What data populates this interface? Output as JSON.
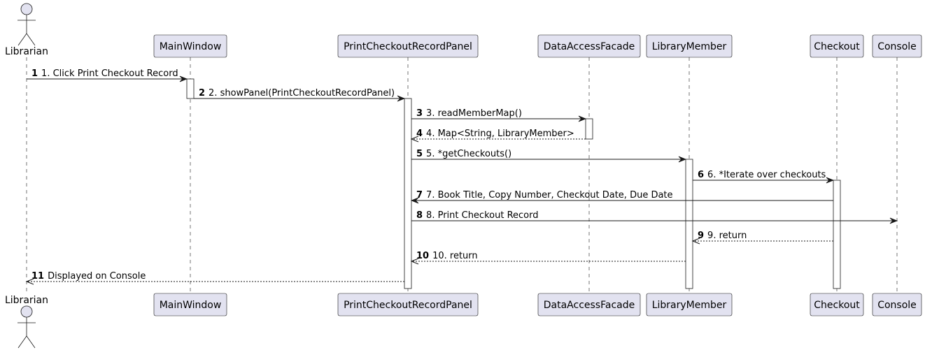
{
  "participants": [
    {
      "id": "librarian",
      "name": "Librarian",
      "kind": "actor"
    },
    {
      "id": "mainwindow",
      "name": "MainWindow",
      "kind": "box"
    },
    {
      "id": "panel",
      "name": "PrintCheckoutRecordPanel",
      "kind": "box"
    },
    {
      "id": "facade",
      "name": "DataAccessFacade",
      "kind": "box"
    },
    {
      "id": "member",
      "name": "LibraryMember",
      "kind": "box"
    },
    {
      "id": "checkout",
      "name": "Checkout",
      "kind": "box"
    },
    {
      "id": "console",
      "name": "Console",
      "kind": "box"
    }
  ],
  "messages": [
    {
      "num": "1",
      "label": "1. Click Print Checkout Record",
      "from": "librarian",
      "to": "mainwindow",
      "style": "solid"
    },
    {
      "num": "2",
      "label": "2. showPanel(PrintCheckoutRecordPanel)",
      "from": "mainwindow",
      "to": "panel",
      "style": "solid"
    },
    {
      "num": "3",
      "label": "3. readMemberMap()",
      "from": "panel",
      "to": "facade",
      "style": "solid"
    },
    {
      "num": "4",
      "label": "4. Map<String, LibraryMember>",
      "from": "facade",
      "to": "panel",
      "style": "dashed"
    },
    {
      "num": "5",
      "label": "5. *getCheckouts()",
      "from": "panel",
      "to": "member",
      "style": "solid"
    },
    {
      "num": "6",
      "label": "6. *Iterate over checkouts",
      "from": "member",
      "to": "checkout",
      "style": "solid"
    },
    {
      "num": "7",
      "label": "7. Book Title, Copy Number, Checkout Date, Due Date",
      "from": "checkout",
      "to": "panel",
      "style": "solid"
    },
    {
      "num": "8",
      "label": "8. Print Checkout Record",
      "from": "panel",
      "to": "console",
      "style": "solid"
    },
    {
      "num": "9",
      "label": "9. return",
      "from": "checkout",
      "to": "member",
      "style": "dashed"
    },
    {
      "num": "10",
      "label": "10. return",
      "from": "member",
      "to": "panel",
      "style": "dashed"
    },
    {
      "num": "11",
      "label": "Displayed on Console",
      "from": "panel",
      "to": "librarian",
      "style": "dashed"
    }
  ],
  "colors": {
    "participant_fill": "#E2E2F0",
    "stroke": "#181818",
    "background": "#FFFFFF"
  }
}
